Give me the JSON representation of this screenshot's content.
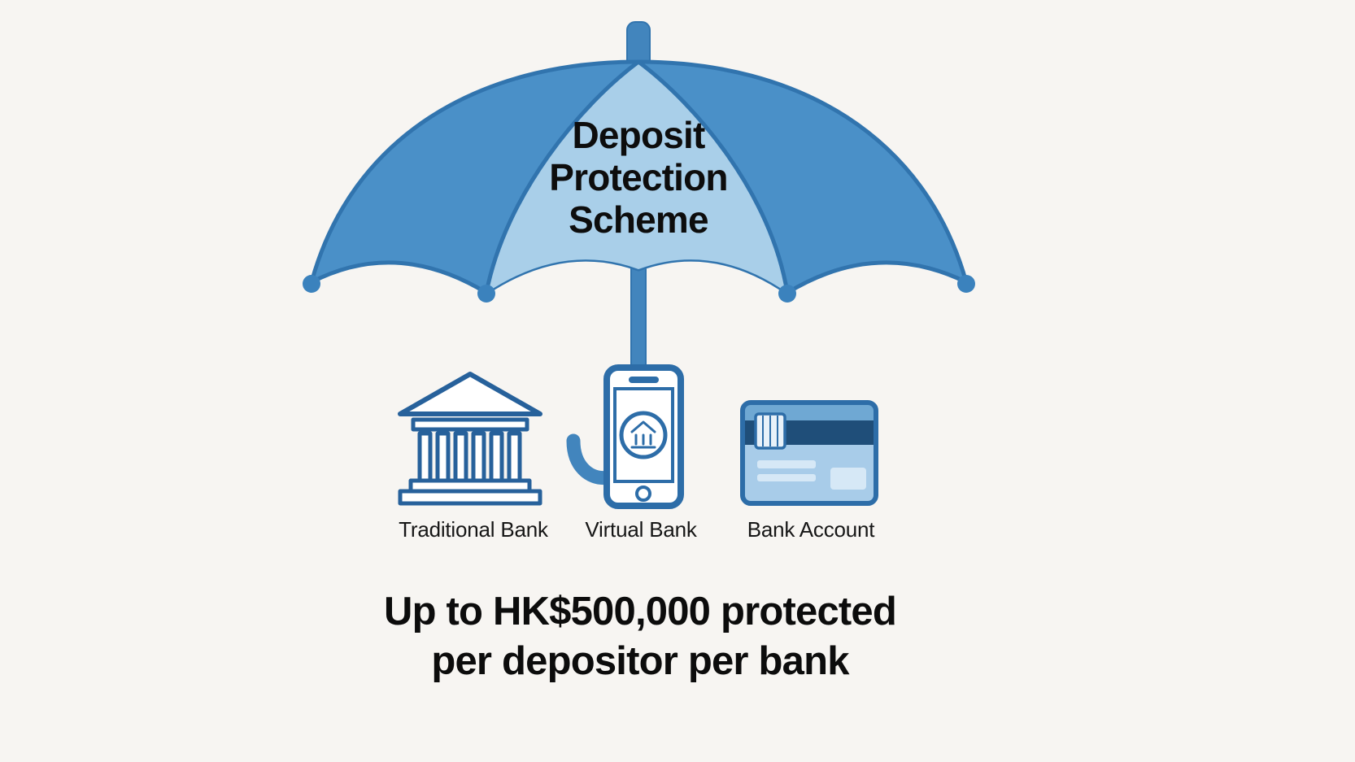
{
  "illustration": {
    "background": "#f7f5f2",
    "text_color": "#0d0d0d"
  },
  "umbrella": {
    "title_lines": [
      "Deposit",
      "Protection",
      "Scheme"
    ],
    "canopy_color": "#4a90c8",
    "center_panel_color": "#a9cfe9",
    "outline_color": "#3174ae",
    "pole_color": "#4285bd",
    "tip_color": "#3b82bd"
  },
  "items": [
    {
      "icon": "bank-building-icon",
      "label": "Traditional Bank"
    },
    {
      "icon": "smartphone-bank-icon",
      "label": "Virtual Bank"
    },
    {
      "icon": "bank-card-icon",
      "label": "Bank Account"
    }
  ],
  "caption_lines": [
    "Up to HK$500,000 protected",
    "per depositor per bank"
  ],
  "icon_colors": {
    "outline": "#27619b",
    "phone_outline": "#2d6da8",
    "card_body": "#a8cce9",
    "card_top_band": "#6fa8d3",
    "card_stripe": "#1f4e79",
    "card_detail": "#d6e8f6"
  }
}
